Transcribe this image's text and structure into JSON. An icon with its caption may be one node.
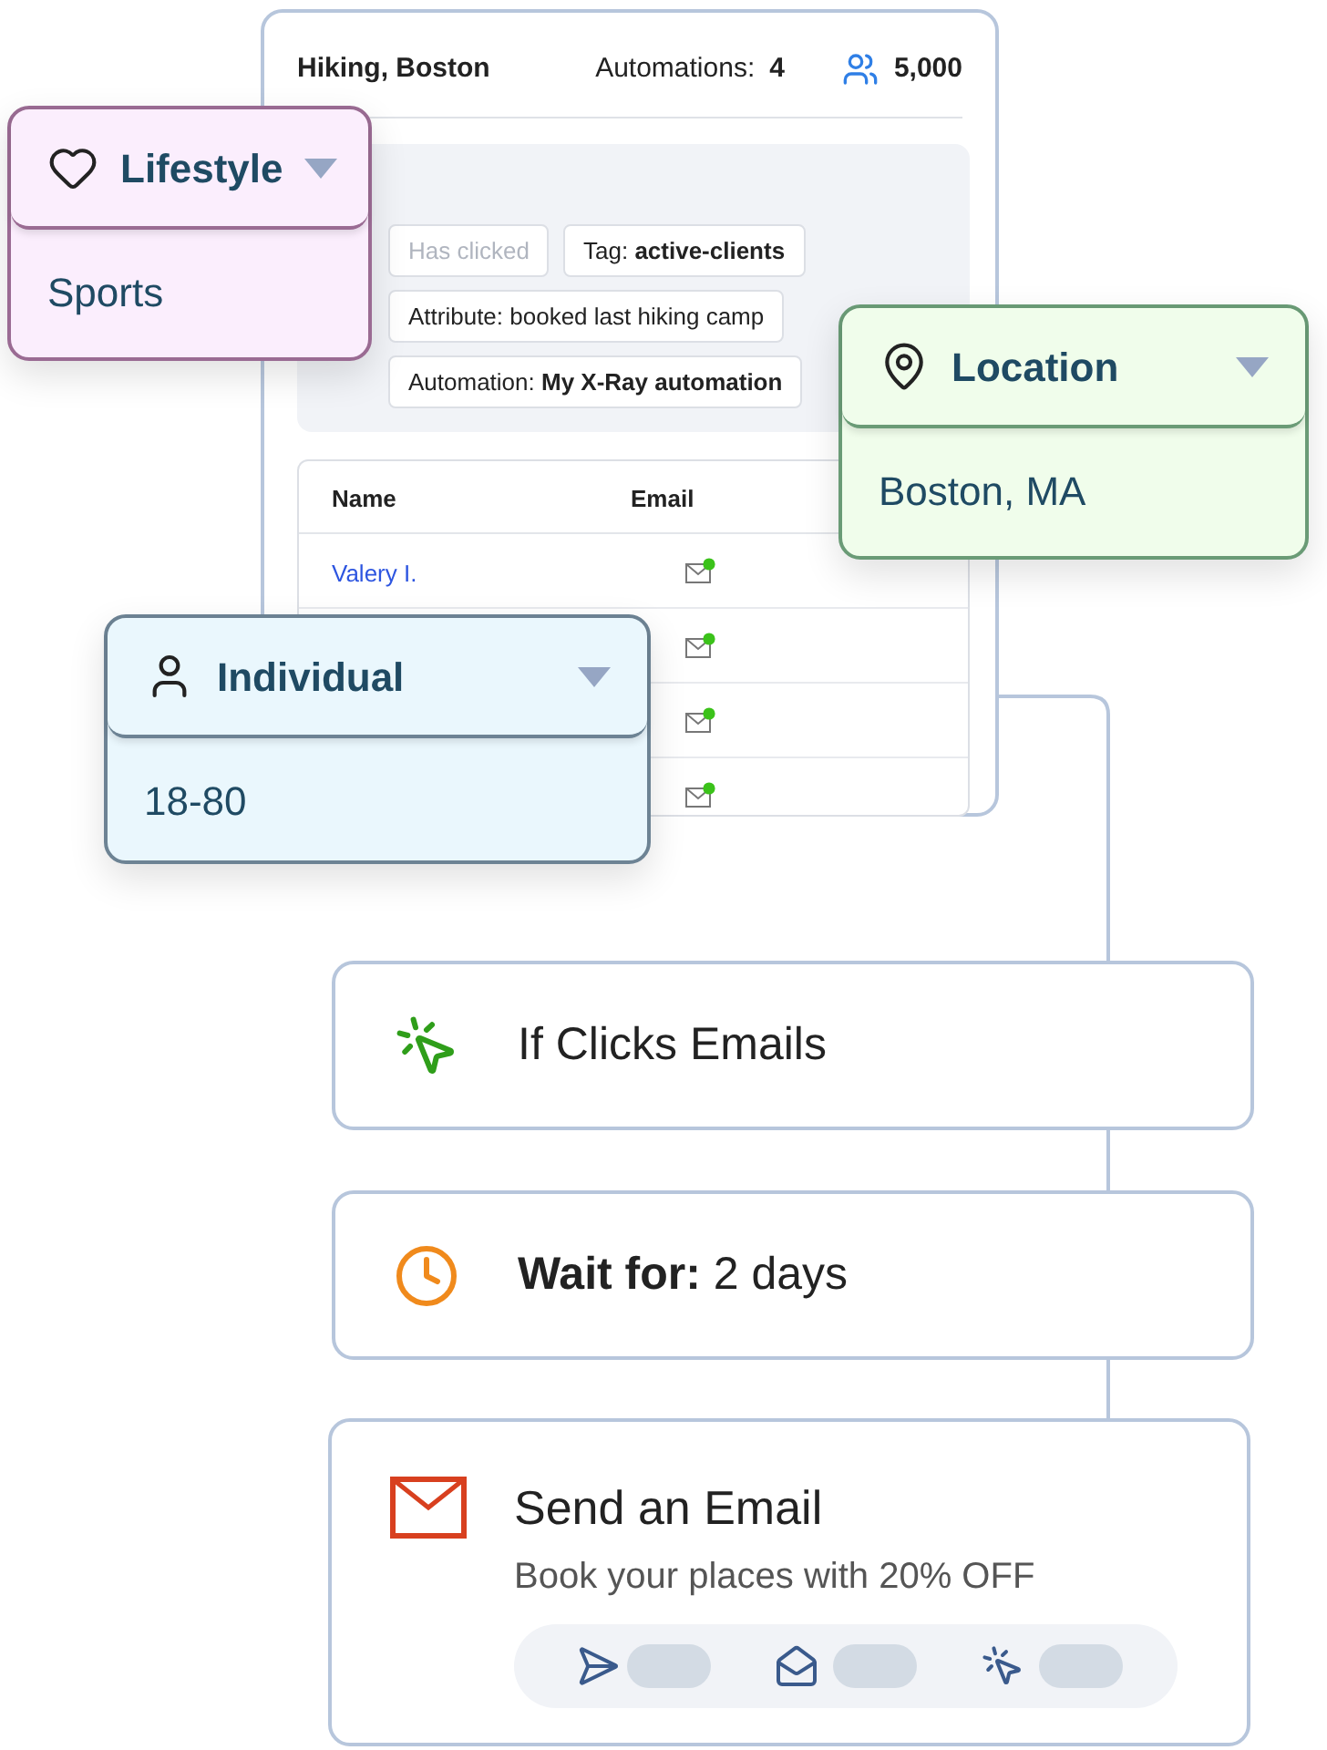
{
  "diagram": {
    "nodes": [
      {
        "text": [
          "Hiking, Boston"
        ]
      },
      {
        "text": [
          "Lifestyle",
          "Sports"
        ]
      },
      {
        "text": [
          "Location",
          "Boston, MA"
        ]
      },
      {
        "text": [
          "Individual",
          "18-80"
        ]
      },
      {
        "text": [
          "If Clicks Emails"
        ]
      },
      {
        "text": [
          "**Wait for:** 2 days"
        ]
      },
      {
        "text": [
          "Send an Email",
          "Book your places with 20% OFF"
        ]
      }
    ],
    "edges": [
      {
        "from": 0,
        "to": 4,
        "arrow": "none"
      },
      {
        "from": 4,
        "to": 5,
        "arrow": "none"
      },
      {
        "from": 5,
        "to": 6,
        "arrow": "none"
      }
    ],
    "labels": [
      "Automations:",
      "4",
      "5,000",
      "Has clicked",
      "Tag: **active-clients**",
      "Attribute: booked last hiking camp",
      "Automation: **My X-Ray automation**",
      "Name",
      "Email",
      "Valery I."
    ]
  }
}
